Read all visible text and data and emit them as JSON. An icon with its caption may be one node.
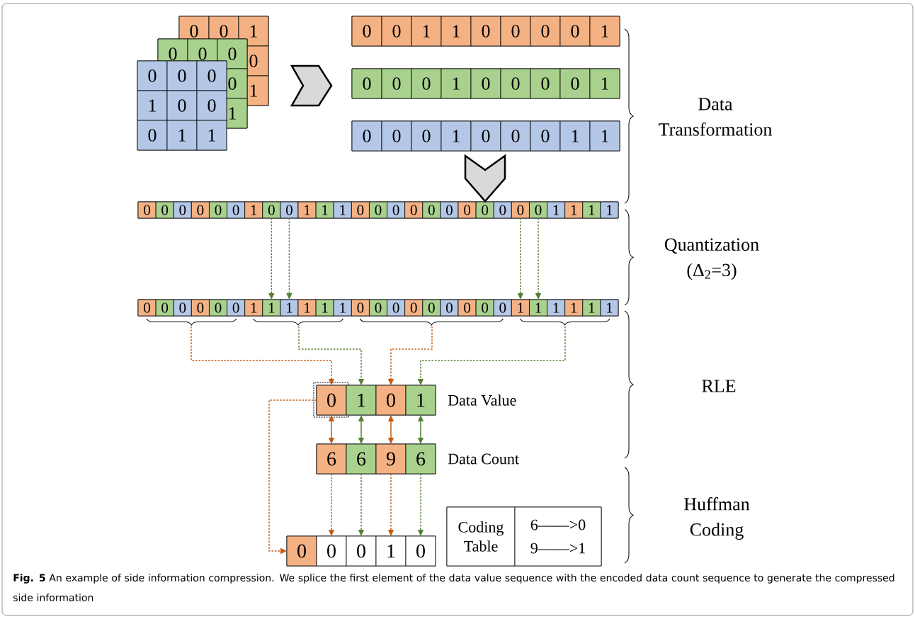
{
  "diagram": {
    "caption": "**Fig. 5** An example of side information compression. We splice the first element of the data value sequence with the encoded data count sequence to generate the compressed side information",
    "nodes": [
      {
        "text": [
          "0"
        ]
      },
      {
        "text": [
          "0"
        ]
      },
      {
        "text": [
          "1"
        ]
      },
      {
        "text": [
          "0"
        ]
      },
      {
        "text": [
          "1"
        ]
      },
      {
        "text": [
          "0"
        ]
      },
      {
        "text": [
          "0"
        ]
      },
      {
        "text": [
          "0"
        ]
      },
      {
        "text": [
          "0"
        ]
      },
      {
        "text": [
          "1"
        ]
      },
      {
        "text": [
          "0"
        ]
      },
      {
        "text": [
          "0"
        ]
      },
      {
        "text": [
          "0"
        ]
      },
      {
        "text": [
          "1"
        ]
      },
      {
        "text": [
          "0"
        ]
      },
      {
        "text": [
          "0"
        ]
      },
      {
        "text": [
          "0"
        ]
      },
      {
        "text": [
          "1"
        ]
      },
      {
        "text": [
          "1"
        ]
      },
      {
        "text": [],
        "shape": "box"
      },
      {
        "text": [
          "0"
        ],
        "in": 19
      },
      {
        "text": [
          "0"
        ],
        "in": 19
      },
      {
        "text": [
          "1"
        ],
        "in": 19
      },
      {
        "text": [
          "1"
        ],
        "in": 19
      },
      {
        "text": [
          "0"
        ],
        "in": 19
      },
      {
        "text": [
          "0"
        ],
        "in": 19
      },
      {
        "text": [
          "0"
        ],
        "in": 19
      },
      {
        "text": [
          "0"
        ],
        "in": 19
      },
      {
        "text": [
          "1"
        ],
        "in": 19
      },
      {
        "text": [],
        "shape": "box"
      },
      {
        "text": [
          "0"
        ],
        "in": 29
      },
      {
        "text": [
          "0"
        ],
        "in": 29
      },
      {
        "text": [
          "0"
        ],
        "in": 29
      },
      {
        "text": [
          "1"
        ],
        "in": 29
      },
      {
        "text": [
          "0"
        ],
        "in": 29
      },
      {
        "text": [
          "0"
        ],
        "in": 29
      },
      {
        "text": [
          "0"
        ],
        "in": 29
      },
      {
        "text": [
          "0"
        ],
        "in": 29
      },
      {
        "text": [
          "1"
        ],
        "in": 29
      },
      {
        "text": [],
        "shape": "box"
      },
      {
        "text": [
          "0"
        ],
        "in": 39
      },
      {
        "text": [
          "0"
        ],
        "in": 39
      },
      {
        "text": [
          "0"
        ],
        "in": 39
      },
      {
        "text": [
          "1"
        ],
        "in": 39
      },
      {
        "text": [
          "0"
        ],
        "in": 39
      },
      {
        "text": [
          "0"
        ],
        "in": 39
      },
      {
        "text": [
          "0"
        ],
        "in": 39
      },
      {
        "text": [
          "1"
        ],
        "in": 39
      },
      {
        "text": [
          "1"
        ],
        "in": 39
      },
      {
        "text": [],
        "shape": "box"
      },
      {
        "text": [
          "0"
        ],
        "in": 49
      },
      {
        "text": [
          "0"
        ],
        "in": 49
      },
      {
        "text": [
          "0"
        ],
        "in": 49
      },
      {
        "text": [
          "0"
        ],
        "in": 49
      },
      {
        "text": [
          "0"
        ],
        "in": 49
      },
      {
        "text": [
          "0"
        ],
        "in": 49
      },
      {
        "text": [
          "1"
        ],
        "in": 49
      },
      {
        "text": [
          "0"
        ],
        "in": 49
      },
      {
        "text": [
          "0"
        ],
        "in": 49
      },
      {
        "text": [
          "1"
        ],
        "in": 49
      },
      {
        "text": [
          "1"
        ],
        "in": 49
      },
      {
        "text": [
          "1"
        ],
        "in": 49
      },
      {
        "text": [
          "0"
        ],
        "in": 49
      },
      {
        "text": [
          "0"
        ],
        "in": 49
      },
      {
        "text": [
          "0"
        ],
        "in": 49
      },
      {
        "text": [
          "0"
        ],
        "in": 49
      },
      {
        "text": [
          "0"
        ],
        "in": 49
      },
      {
        "text": [
          "0"
        ],
        "in": 49
      },
      {
        "text": [
          "0"
        ],
        "in": 49
      },
      {
        "text": [
          "0"
        ],
        "in": 49
      },
      {
        "text": [
          "0"
        ],
        "in": 49
      },
      {
        "text": [
          "0"
        ],
        "in": 49
      },
      {
        "text": [
          "0"
        ],
        "in": 49
      },
      {
        "text": [
          "1"
        ],
        "in": 49
      },
      {
        "text": [
          "1"
        ],
        "in": 49
      },
      {
        "text": [
          "1"
        ],
        "in": 49
      },
      {
        "text": [
          "1"
        ],
        "in": 49
      },
      {
        "text": [],
        "shape": "box"
      },
      {
        "text": [
          "0"
        ],
        "in": 77
      },
      {
        "text": [
          "0"
        ],
        "in": 77
      },
      {
        "text": [
          "0"
        ],
        "in": 77
      },
      {
        "text": [
          "0"
        ],
        "in": 77
      },
      {
        "text": [
          "0"
        ],
        "in": 77
      },
      {
        "text": [
          "0"
        ],
        "in": 77
      },
      {
        "text": [
          "1"
        ],
        "in": 77
      },
      {
        "text": [
          "1"
        ],
        "in": 77
      },
      {
        "text": [
          "1"
        ],
        "in": 77
      },
      {
        "text": [
          "1"
        ],
        "in": 77
      },
      {
        "text": [
          "1"
        ],
        "in": 77
      },
      {
        "text": [
          "1"
        ],
        "in": 77
      },
      {
        "text": [
          "0"
        ],
        "in": 77
      },
      {
        "text": [
          "0"
        ],
        "in": 77
      },
      {
        "text": [
          "0"
        ],
        "in": 77
      },
      {
        "text": [
          "0"
        ],
        "in": 77
      },
      {
        "text": [
          "0"
        ],
        "in": 77
      },
      {
        "text": [
          "0"
        ],
        "in": 77
      },
      {
        "text": [
          "0"
        ],
        "in": 77
      },
      {
        "text": [
          "0"
        ],
        "in": 77
      },
      {
        "text": [
          "0"
        ],
        "in": 77
      },
      {
        "text": [
          "1"
        ],
        "in": 77
      },
      {
        "text": [
          "1"
        ],
        "in": 77
      },
      {
        "text": [
          "1"
        ],
        "in": 77
      },
      {
        "text": [
          "1"
        ],
        "in": 77
      },
      {
        "text": [
          "1"
        ],
        "in": 77
      },
      {
        "text": [
          "1"
        ],
        "in": 77
      },
      {
        "text": [],
        "shape": "box",
        "beside": [
          "Data Value"
        ]
      },
      {
        "text": [
          "0"
        ],
        "in": 105
      },
      {
        "text": [
          "1"
        ],
        "in": 105
      },
      {
        "text": [
          "0"
        ],
        "in": 105
      },
      {
        "text": [
          "1"
        ],
        "in": 105
      },
      {
        "text": [],
        "shape": "box",
        "beside": [
          "Data Count"
        ]
      },
      {
        "text": [
          "6"
        ],
        "in": 110
      },
      {
        "text": [
          "6"
        ],
        "in": 110
      },
      {
        "text": [
          "9"
        ],
        "in": 110
      },
      {
        "text": [
          "6"
        ],
        "in": 110
      },
      {
        "text": [],
        "shape": "box"
      },
      {
        "text": [
          "0"
        ],
        "in": 115
      },
      {
        "text": [
          "0"
        ],
        "in": 115
      },
      {
        "text": [
          "0"
        ],
        "in": 115
      },
      {
        "text": [
          "1"
        ],
        "in": 115
      },
      {
        "text": [
          "0"
        ],
        "in": 115
      },
      {
        "text": [],
        "shape": "box"
      },
      {
        "text": [
          "Coding Table"
        ],
        "in": 121
      },
      {
        "text": [
          "6——>0",
          "9——>1"
        ],
        "in": 121
      }
    ],
    "edges": [
      {
        "from": 8,
        "to": 30,
        "arrow": "to"
      },
      {
        "from": 44,
        "to": 69,
        "arrow": "to"
      },
      {
        "from": 57,
        "to": 85,
        "arrow": "to",
        "style": "dashed",
        "color": "#538135"
      },
      {
        "from": 58,
        "to": 86,
        "arrow": "to",
        "style": "dashed",
        "color": "#538135"
      },
      {
        "from": 71,
        "to": 99,
        "arrow": "to",
        "style": "dashed",
        "color": "#538135"
      },
      {
        "from": 72,
        "to": 100,
        "arrow": "to",
        "style": "dashed",
        "color": "#538135"
      },
      {
        "from": 80,
        "to": 106,
        "arrow": "to",
        "style": "dashed",
        "color": "#c55a11"
      },
      {
        "from": 87,
        "to": 107,
        "arrow": "to",
        "style": "dashed",
        "color": "#538135"
      },
      {
        "from": 94,
        "to": 108,
        "arrow": "to",
        "style": "dashed",
        "color": "#c55a11"
      },
      {
        "from": 102,
        "to": 109,
        "arrow": "to",
        "style": "dashed",
        "color": "#538135"
      },
      {
        "from": 106,
        "to": 111,
        "arrow": "both",
        "color": "#c55a11"
      },
      {
        "from": 107,
        "to": 112,
        "arrow": "both",
        "color": "#538135"
      },
      {
        "from": 108,
        "to": 113,
        "arrow": "both",
        "color": "#c55a11"
      },
      {
        "from": 109,
        "to": 114,
        "arrow": "both",
        "color": "#538135"
      },
      {
        "from": 111,
        "to": 117,
        "arrow": "to",
        "style": "dashed",
        "color": "#c55a11"
      },
      {
        "from": 112,
        "to": 118,
        "arrow": "to",
        "style": "dashed",
        "color": "#538135"
      },
      {
        "from": 113,
        "to": 119,
        "arrow": "to",
        "style": "dashed",
        "color": "#c55a11"
      },
      {
        "from": 114,
        "to": 120,
        "arrow": "to",
        "style": "dashed",
        "color": "#538135"
      },
      {
        "from": 106,
        "to": 116,
        "arrow": "to",
        "style": "dashed",
        "color": "#c55a11"
      }
    ],
    "labels": [
      "Data Transformation",
      "Quantization (Δ$_{2}$=3)",
      "RLE",
      "Huffman Coding"
    ]
  }
}
